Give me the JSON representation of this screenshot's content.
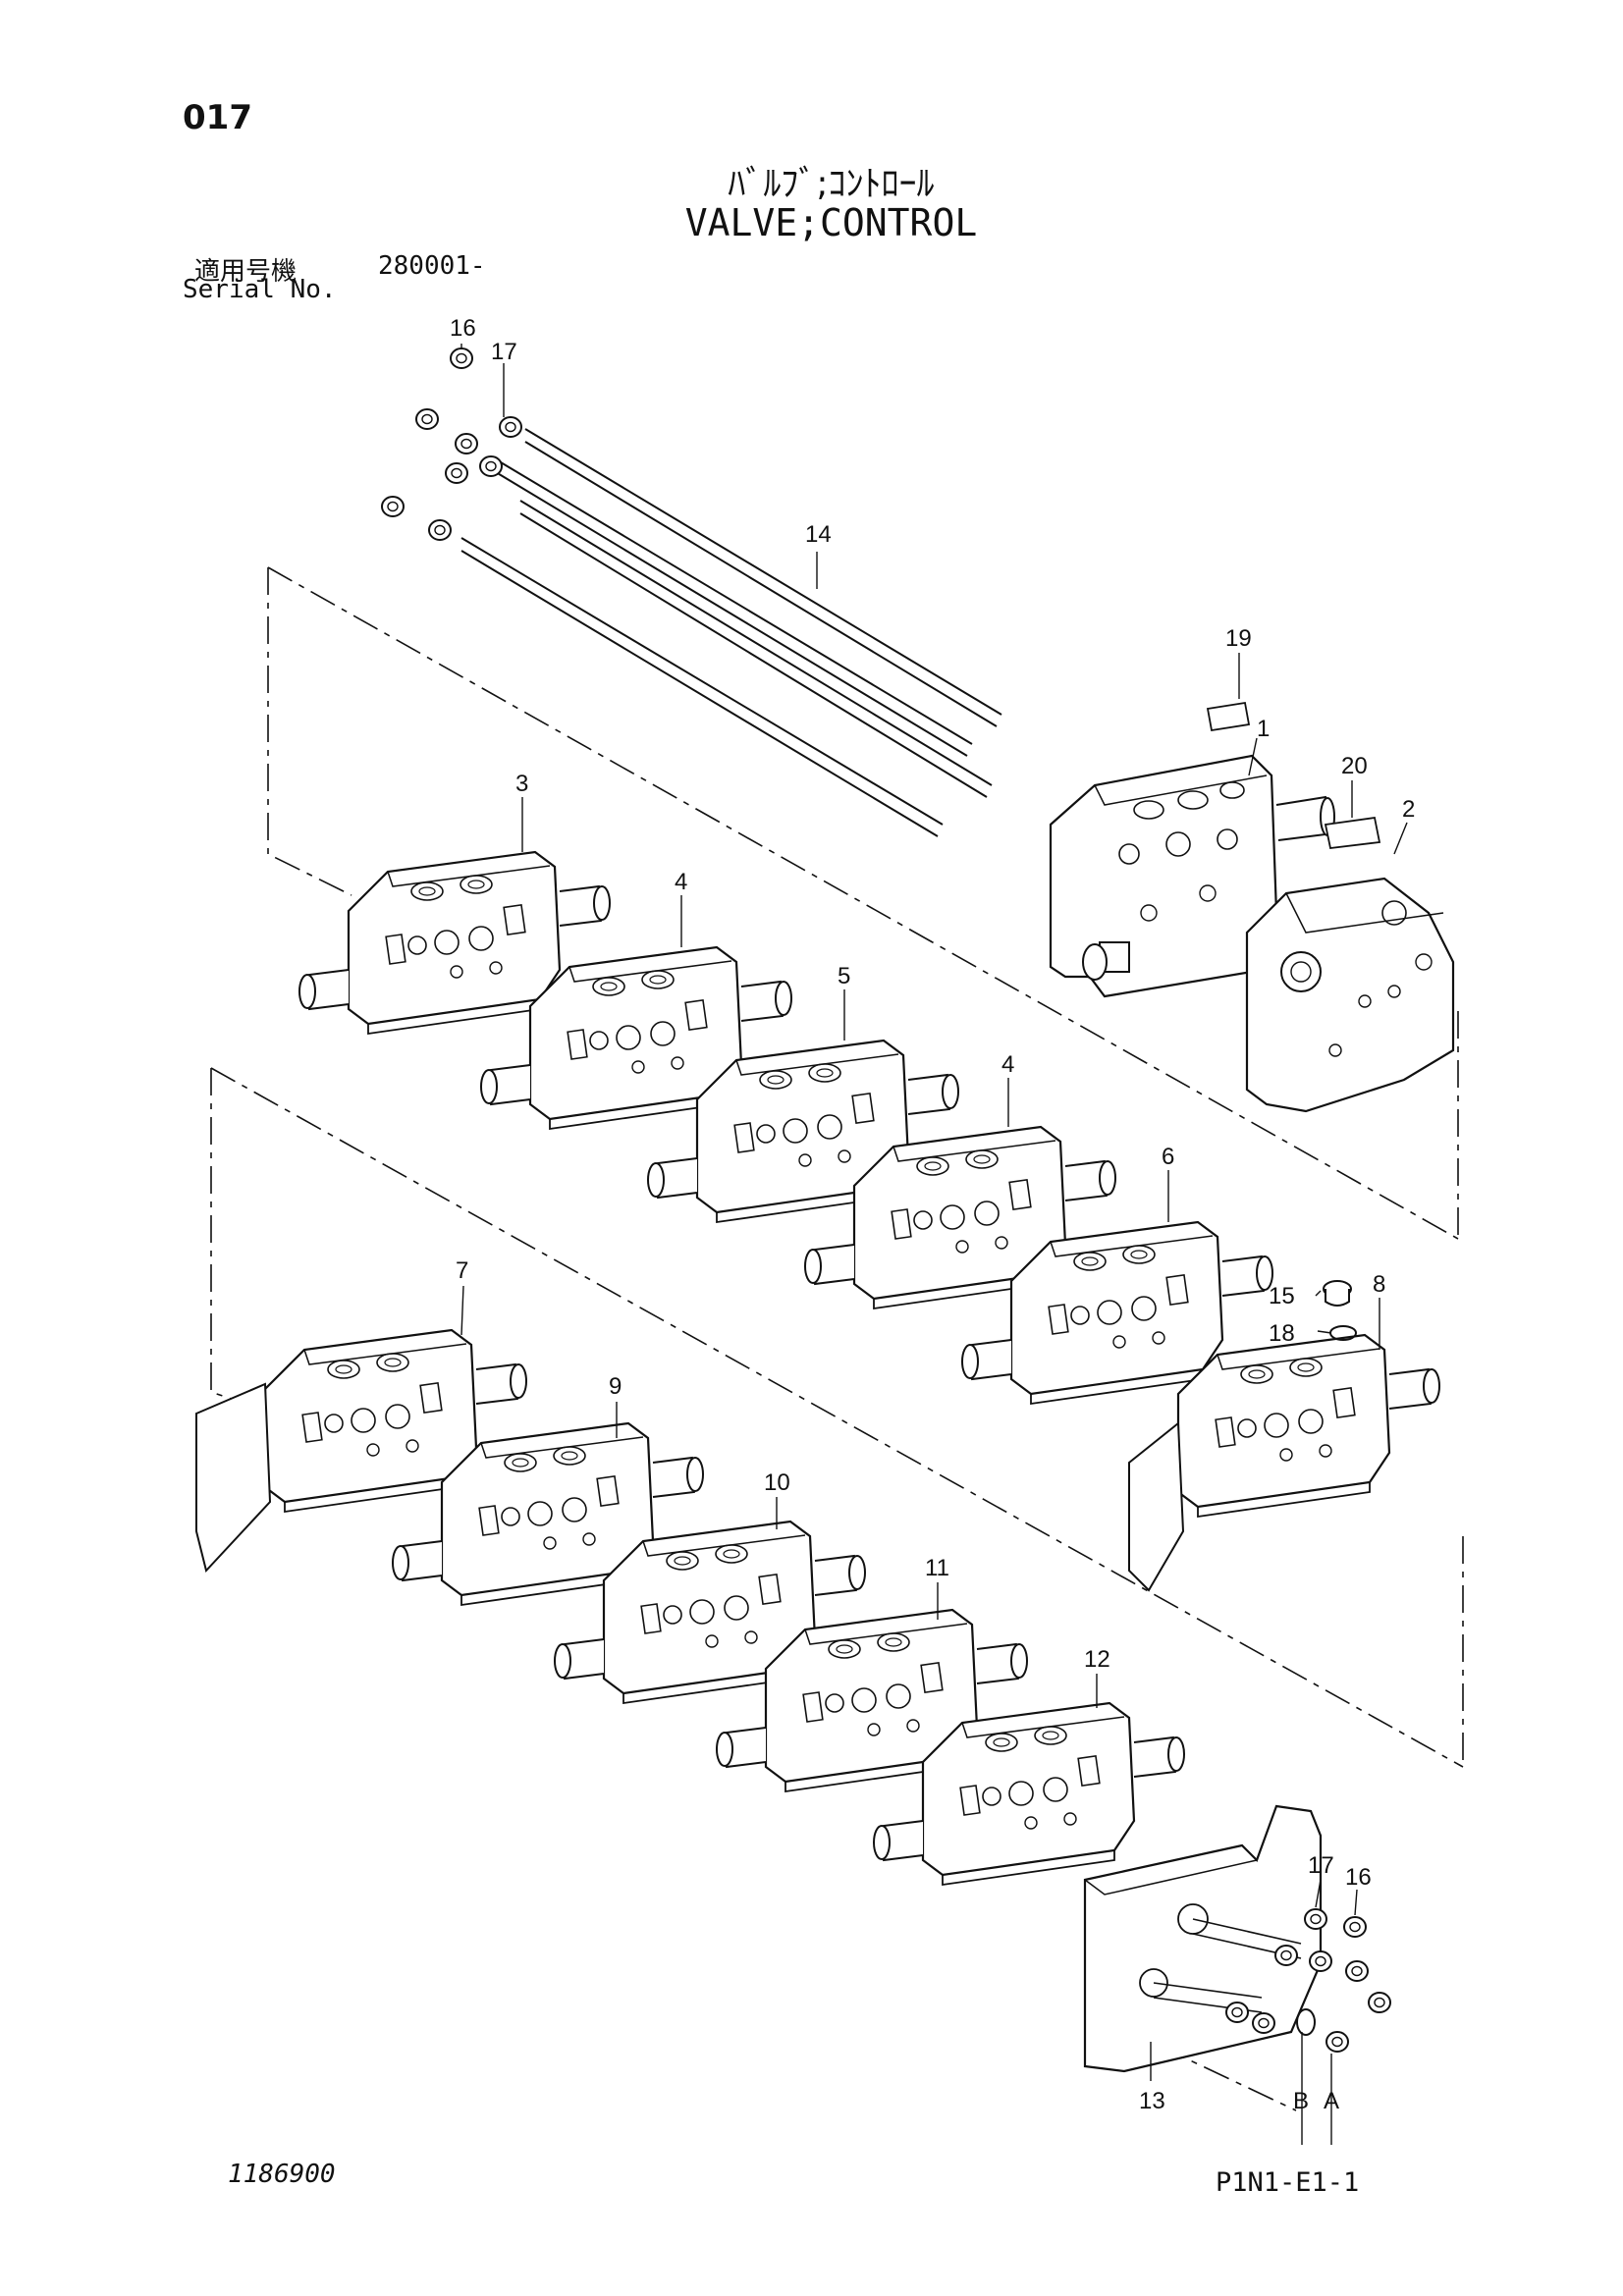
{
  "header": {
    "page_number": "017",
    "title_jp": "ﾊﾞﾙﾌﾞ;ｺﾝﾄﾛｰﾙ",
    "title_en": "VALVE;CONTROL",
    "serial_label_jp": "適用号機",
    "serial_value": "280001-",
    "serial_label_en": "Serial No."
  },
  "footer": {
    "drawing_number": "1186900",
    "page_code": "P1N1-E1-1"
  },
  "callouts": [
    {
      "id": "c16a",
      "text": "16"
    },
    {
      "id": "c17a",
      "text": "17"
    },
    {
      "id": "c14",
      "text": "14"
    },
    {
      "id": "c19",
      "text": "19"
    },
    {
      "id": "c1",
      "text": "1"
    },
    {
      "id": "c20",
      "text": "20"
    },
    {
      "id": "c2",
      "text": "2"
    },
    {
      "id": "c3",
      "text": "3"
    },
    {
      "id": "c4a",
      "text": "4"
    },
    {
      "id": "c5",
      "text": "5"
    },
    {
      "id": "c4b",
      "text": "4"
    },
    {
      "id": "c6",
      "text": "6"
    },
    {
      "id": "c15",
      "text": "15"
    },
    {
      "id": "c8",
      "text": "8"
    },
    {
      "id": "c18",
      "text": "18"
    },
    {
      "id": "c7",
      "text": "7"
    },
    {
      "id": "c9",
      "text": "9"
    },
    {
      "id": "c10",
      "text": "10"
    },
    {
      "id": "c11",
      "text": "11"
    },
    {
      "id": "c12",
      "text": "12"
    },
    {
      "id": "c17b",
      "text": "17"
    },
    {
      "id": "c16b",
      "text": "16"
    },
    {
      "id": "c13",
      "text": "13"
    },
    {
      "id": "cB",
      "text": "B"
    },
    {
      "id": "cA",
      "text": "A"
    }
  ]
}
